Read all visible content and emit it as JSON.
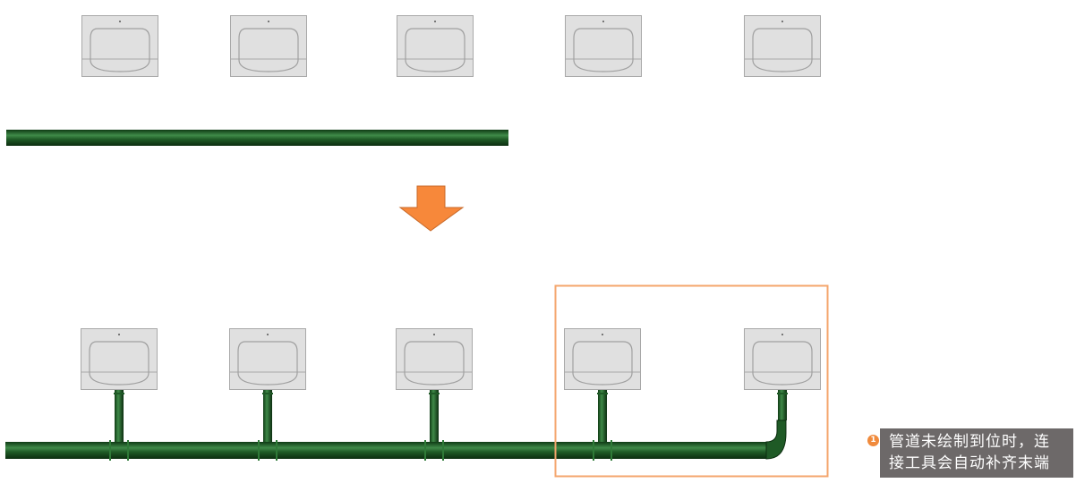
{
  "colors": {
    "accent": "#f7883a",
    "pipe": "#1f5a26",
    "highlight_box": "#f4a66d",
    "note_bg": "#6d6969"
  },
  "icons": {
    "arrow": "arrow-down-icon",
    "fixture": "sink-icon"
  },
  "annotation": {
    "badge": "1",
    "line1": "管道未绘制到位时，连",
    "line2": "接工具会自动补齐末端"
  }
}
